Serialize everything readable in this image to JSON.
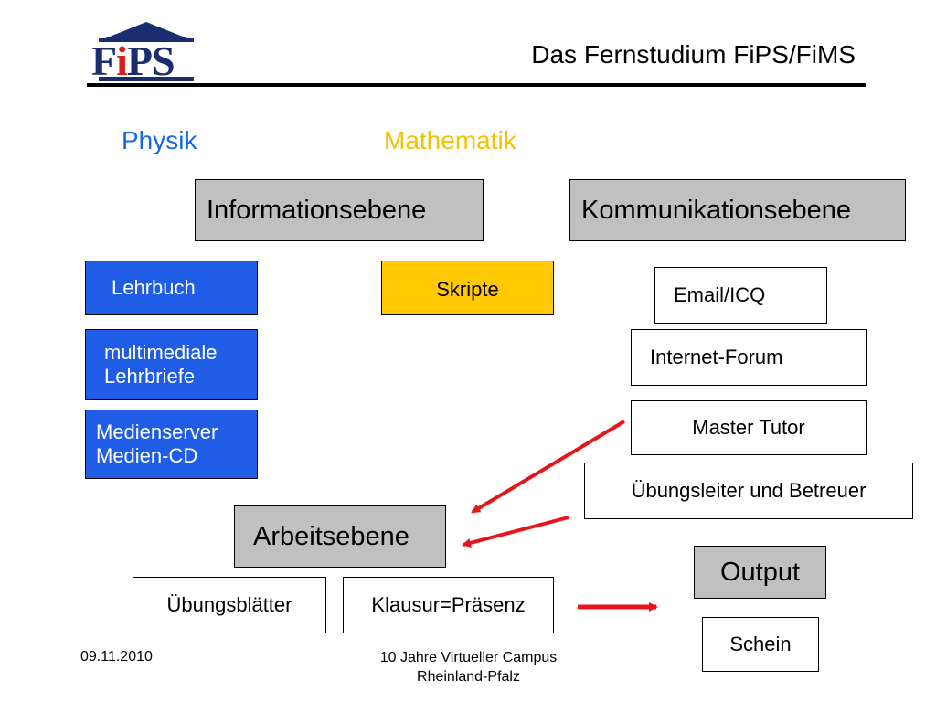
{
  "logo": {
    "text_f": "F",
    "text_i": "i",
    "text_ps": "PS"
  },
  "header": {
    "title": "Das Fernstudium FiPS/FiMS"
  },
  "columns": {
    "physik": "Physik",
    "mathematik": "Mathematik"
  },
  "levels": {
    "information": "Informationsebene",
    "communication": "Kommunikationsebene",
    "work": "Arbeitsebene",
    "output": "Output"
  },
  "physik_items": {
    "lehrbuch": "Lehrbuch",
    "lehrbriefe_line1": "multimediale",
    "lehrbriefe_line2": "Lehrbriefe",
    "medien_line1": "Medienserver",
    "medien_line2": "Medien-CD"
  },
  "mathe_items": {
    "skripte": "Skripte"
  },
  "communication_items": [
    "Email/ICQ",
    "Internet-Forum",
    "Master Tutor",
    "Übungsleiter und Betreuer"
  ],
  "work_items": [
    "Übungsblätter",
    "Klausur=Präsenz"
  ],
  "output_items": [
    "Schein"
  ],
  "footer": {
    "date": "09.11.2010",
    "line1": "10 Jahre Virtueller Campus",
    "line2": "Rheinland-Pfalz"
  },
  "colors": {
    "physik": "#1668e3",
    "mathematik": "#f2c200",
    "arrow": "#e8141c",
    "gray_box": "#c0c0c0",
    "blue_box": "#1f5de6",
    "yellow_box": "#ffc800"
  }
}
